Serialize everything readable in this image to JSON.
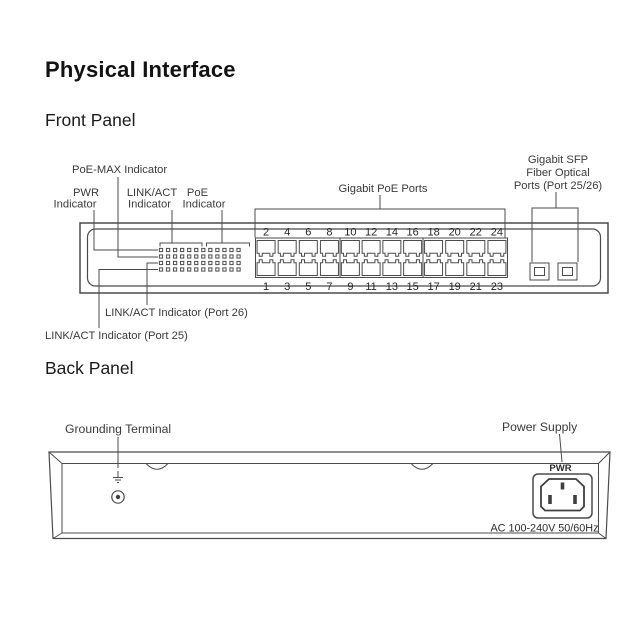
{
  "title": "Physical Interface",
  "front": {
    "heading": "Front Panel",
    "labels": {
      "poe_max": "PoE-MAX Indicator",
      "pwr": [
        "PWR",
        "Indicator"
      ],
      "link_act": [
        "LINK/ACT",
        "Indicator"
      ],
      "poe": [
        "PoE",
        "Indicator"
      ],
      "gigabit_poe_ports": "Gigabit PoE Ports",
      "sfp": [
        "Gigabit SFP",
        "Fiber Optical",
        "Ports (Port 25/26)"
      ],
      "link_act_port26": "LINK/ACT Indicator (Port 26)",
      "link_act_port25": "LINK/ACT Indicator (Port 25)"
    },
    "port_numbers_top": [
      "2",
      "4",
      "6",
      "8",
      "10",
      "12",
      "14",
      "16",
      "18",
      "20",
      "22",
      "24"
    ],
    "port_numbers_bottom": [
      "1",
      "3",
      "5",
      "7",
      "9",
      "11",
      "13",
      "15",
      "17",
      "19",
      "21",
      "23"
    ],
    "led_grid": {
      "rows": 4,
      "cols": 12
    },
    "sfp_port_count": 2
  },
  "back": {
    "heading": "Back Panel",
    "labels": {
      "grounding": "Grounding Terminal",
      "power_supply": "Power Supply",
      "pwr": "PWR",
      "ac_rating": "AC 100-240V 50/60Hz"
    }
  },
  "colors": {
    "line": "#4b4b4b",
    "text": "#3a3a3a",
    "heading": "#121212"
  }
}
